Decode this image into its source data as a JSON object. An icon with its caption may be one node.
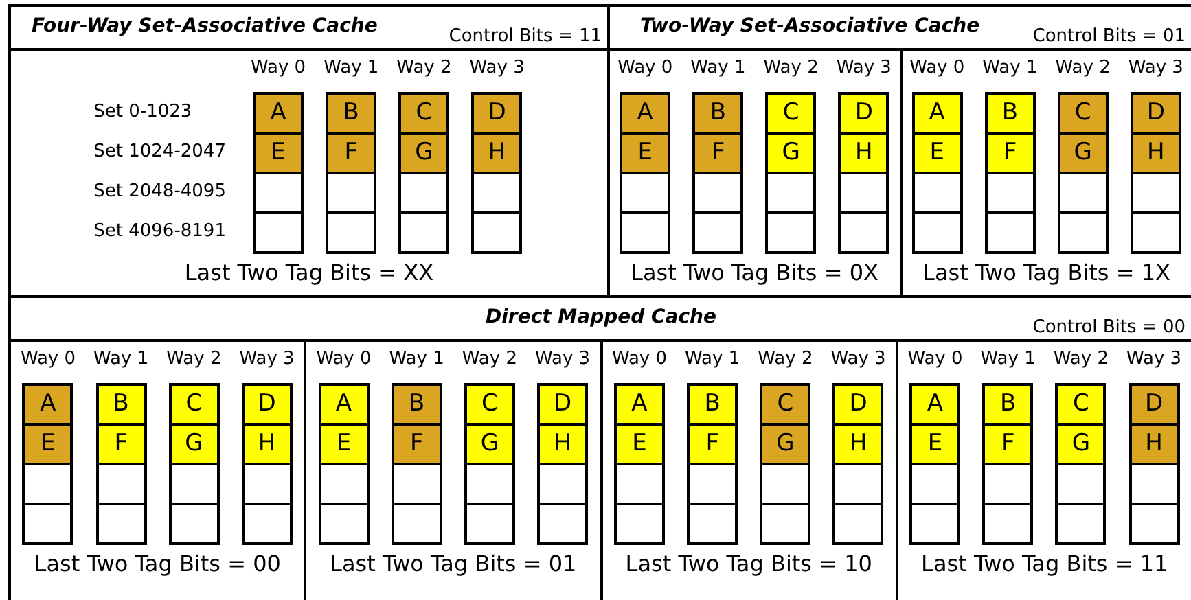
{
  "diagram": {
    "nodes": [
      {
        "text": [
          "Four-Way Set-Associative Cache",
          "Control Bits = 11"
        ]
      },
      {
        "text": [
          "Last Two Tag Bits = XX"
        ],
        "in": 0
      },
      {
        "text": [
          "Way 0"
        ],
        "in": 1
      },
      {
        "text": [
          "A"
        ],
        "in": 2
      },
      {
        "text": [
          "E"
        ],
        "in": 2
      },
      {
        "text": [],
        "shape": "box",
        "in": 2
      },
      {
        "text": [],
        "shape": "box",
        "in": 2
      },
      {
        "text": [
          "Way 1"
        ],
        "in": 1
      },
      {
        "text": [
          "B"
        ],
        "in": 7
      },
      {
        "text": [
          "F"
        ],
        "in": 7
      },
      {
        "text": [],
        "shape": "box",
        "in": 7
      },
      {
        "text": [],
        "shape": "box",
        "in": 7
      },
      {
        "text": [
          "Way 2"
        ],
        "in": 1
      },
      {
        "text": [
          "C"
        ],
        "in": 12
      },
      {
        "text": [
          "G"
        ],
        "in": 12
      },
      {
        "text": [],
        "shape": "box",
        "in": 12
      },
      {
        "text": [],
        "shape": "box",
        "in": 12
      },
      {
        "text": [
          "Way 3"
        ],
        "in": 1
      },
      {
        "text": [
          "D"
        ],
        "in": 17
      },
      {
        "text": [
          "H"
        ],
        "in": 17
      },
      {
        "text": [],
        "shape": "box",
        "in": 17
      },
      {
        "text": [],
        "shape": "box",
        "in": 17
      },
      {
        "text": [
          "Two-Way Set-Associative Cache",
          "Control Bits = 01"
        ]
      },
      {
        "text": [
          "Last Two Tag Bits = 0X"
        ],
        "in": 22
      },
      {
        "text": [
          "Way 0"
        ],
        "in": 23
      },
      {
        "text": [
          "A"
        ],
        "in": 24
      },
      {
        "text": [
          "E"
        ],
        "in": 24
      },
      {
        "text": [],
        "shape": "box",
        "in": 24
      },
      {
        "text": [],
        "shape": "box",
        "in": 24
      },
      {
        "text": [
          "Way 1"
        ],
        "in": 23
      },
      {
        "text": [
          "B"
        ],
        "in": 29
      },
      {
        "text": [
          "F"
        ],
        "in": 29
      },
      {
        "text": [],
        "shape": "box",
        "in": 29
      },
      {
        "text": [],
        "shape": "box",
        "in": 29
      },
      {
        "text": [
          "Way 2"
        ],
        "in": 23
      },
      {
        "text": [
          "C"
        ],
        "in": 34
      },
      {
        "text": [
          "G"
        ],
        "in": 34
      },
      {
        "text": [],
        "shape": "box",
        "in": 34
      },
      {
        "text": [],
        "shape": "box",
        "in": 34
      },
      {
        "text": [
          "Way 3"
        ],
        "in": 23
      },
      {
        "text": [
          "D"
        ],
        "in": 39
      },
      {
        "text": [
          "H"
        ],
        "in": 39
      },
      {
        "text": [],
        "shape": "box",
        "in": 39
      },
      {
        "text": [],
        "shape": "box",
        "in": 39
      },
      {
        "text": [
          "Last Two Tag Bits = 1X"
        ],
        "in": 22
      },
      {
        "text": [
          "Way 0"
        ],
        "in": 44
      },
      {
        "text": [
          "A"
        ],
        "in": 45
      },
      {
        "text": [
          "E"
        ],
        "in": 45
      },
      {
        "text": [],
        "shape": "box",
        "in": 45
      },
      {
        "text": [],
        "shape": "box",
        "in": 45
      },
      {
        "text": [
          "Way 1"
        ],
        "in": 44
      },
      {
        "text": [
          "B"
        ],
        "in": 50
      },
      {
        "text": [
          "F"
        ],
        "in": 50
      },
      {
        "text": [],
        "shape": "box",
        "in": 50
      },
      {
        "text": [],
        "shape": "box",
        "in": 50
      },
      {
        "text": [
          "Way 2"
        ],
        "in": 44
      },
      {
        "text": [
          "C"
        ],
        "in": 55
      },
      {
        "text": [
          "G"
        ],
        "in": 55
      },
      {
        "text": [],
        "shape": "box",
        "in": 55
      },
      {
        "text": [],
        "shape": "box",
        "in": 55
      },
      {
        "text": [
          "Way 3"
        ],
        "in": 44
      },
      {
        "text": [
          "D"
        ],
        "in": 60
      },
      {
        "text": [
          "H"
        ],
        "in": 60
      },
      {
        "text": [],
        "shape": "box",
        "in": 60
      },
      {
        "text": [],
        "shape": "box",
        "in": 60
      },
      {
        "text": [
          "Direct Mapped Cache",
          "Control Bits = 00"
        ]
      },
      {
        "text": [
          "Last Two Tag Bits = 00"
        ],
        "in": 65
      },
      {
        "text": [
          "Way 0"
        ],
        "in": 66
      },
      {
        "text": [
          "A"
        ],
        "in": 67
      },
      {
        "text": [
          "E"
        ],
        "in": 67
      },
      {
        "text": [],
        "shape": "box",
        "in": 67
      },
      {
        "text": [],
        "shape": "box",
        "in": 67
      },
      {
        "text": [
          "Way 1"
        ],
        "in": 66
      },
      {
        "text": [
          "B"
        ],
        "in": 72
      },
      {
        "text": [
          "F"
        ],
        "in": 72
      },
      {
        "text": [],
        "shape": "box",
        "in": 72
      },
      {
        "text": [],
        "shape": "box",
        "in": 72
      },
      {
        "text": [
          "Way 2"
        ],
        "in": 66
      },
      {
        "text": [
          "C"
        ],
        "in": 77
      },
      {
        "text": [
          "G"
        ],
        "in": 77
      },
      {
        "text": [],
        "shape": "box",
        "in": 77
      },
      {
        "text": [],
        "shape": "box",
        "in": 77
      },
      {
        "text": [
          "Way 3"
        ],
        "in": 66
      },
      {
        "text": [
          "D"
        ],
        "in": 82
      },
      {
        "text": [
          "H"
        ],
        "in": 82
      },
      {
        "text": [],
        "shape": "box",
        "in": 82
      },
      {
        "text": [],
        "shape": "box",
        "in": 82
      },
      {
        "text": [
          "Last Two Tag Bits = 01"
        ],
        "in": 65
      },
      {
        "text": [
          "Way 0"
        ],
        "in": 87
      },
      {
        "text": [
          "A"
        ],
        "in": 88
      },
      {
        "text": [
          "E"
        ],
        "in": 88
      },
      {
        "text": [],
        "shape": "box",
        "in": 88
      },
      {
        "text": [],
        "shape": "box",
        "in": 88
      },
      {
        "text": [
          "Way 1"
        ],
        "in": 87
      },
      {
        "text": [
          "B"
        ],
        "in": 93
      },
      {
        "text": [
          "F"
        ],
        "in": 93
      },
      {
        "text": [],
        "shape": "box",
        "in": 93
      },
      {
        "text": [],
        "shape": "box",
        "in": 93
      },
      {
        "text": [
          "Way 2"
        ],
        "in": 87
      },
      {
        "text": [
          "C"
        ],
        "in": 98
      },
      {
        "text": [
          "G"
        ],
        "in": 98
      },
      {
        "text": [],
        "shape": "box",
        "in": 98
      },
      {
        "text": [],
        "shape": "box",
        "in": 98
      },
      {
        "text": [
          "Way 3"
        ],
        "in": 87
      },
      {
        "text": [
          "D"
        ],
        "in": 103
      },
      {
        "text": [
          "H"
        ],
        "in": 103
      },
      {
        "text": [],
        "shape": "box",
        "in": 103
      },
      {
        "text": [],
        "shape": "box",
        "in": 103
      },
      {
        "text": [
          "Last Two Tag Bits = 10"
        ],
        "in": 65
      },
      {
        "text": [
          "Way 0"
        ],
        "in": 108
      },
      {
        "text": [
          "A"
        ],
        "in": 109
      },
      {
        "text": [
          "E"
        ],
        "in": 109
      },
      {
        "text": [],
        "shape": "box",
        "in": 109
      },
      {
        "text": [],
        "shape": "box",
        "in": 109
      },
      {
        "text": [
          "Way 1"
        ],
        "in": 108
      },
      {
        "text": [
          "B"
        ],
        "in": 114
      },
      {
        "text": [
          "F"
        ],
        "in": 114
      },
      {
        "text": [],
        "shape": "box",
        "in": 114
      },
      {
        "text": [],
        "shape": "box",
        "in": 114
      },
      {
        "text": [
          "Way 2"
        ],
        "in": 108
      },
      {
        "text": [
          "C"
        ],
        "in": 119
      },
      {
        "text": [
          "G"
        ],
        "in": 119
      },
      {
        "text": [],
        "shape": "box",
        "in": 119
      },
      {
        "text": [],
        "shape": "box",
        "in": 119
      },
      {
        "text": [
          "Way 3"
        ],
        "in": 108
      },
      {
        "text": [
          "D"
        ],
        "in": 124
      },
      {
        "text": [
          "H"
        ],
        "in": 124
      },
      {
        "text": [],
        "shape": "box",
        "in": 124
      },
      {
        "text": [],
        "shape": "box",
        "in": 124
      },
      {
        "text": [
          "Last Two Tag Bits = 11"
        ],
        "in": 65
      },
      {
        "text": [
          "Way 0"
        ],
        "in": 129
      },
      {
        "text": [
          "A"
        ],
        "in": 130
      },
      {
        "text": [
          "E"
        ],
        "in": 130
      },
      {
        "text": [],
        "shape": "box",
        "in": 130
      },
      {
        "text": [],
        "shape": "box",
        "in": 130
      },
      {
        "text": [
          "Way 1"
        ],
        "in": 129
      },
      {
        "text": [
          "B"
        ],
        "in": 135
      },
      {
        "text": [
          "F"
        ],
        "in": 135
      },
      {
        "text": [],
        "shape": "box",
        "in": 135
      },
      {
        "text": [],
        "shape": "box",
        "in": 135
      },
      {
        "text": [
          "Way 2"
        ],
        "in": 129
      },
      {
        "text": [
          "C"
        ],
        "in": 140
      },
      {
        "text": [
          "G"
        ],
        "in": 140
      },
      {
        "text": [],
        "shape": "box",
        "in": 140
      },
      {
        "text": [],
        "shape": "box",
        "in": 140
      },
      {
        "text": [
          "Way 3"
        ],
        "in": 129
      },
      {
        "text": [
          "D"
        ],
        "in": 145
      },
      {
        "text": [
          "H"
        ],
        "in": 145
      },
      {
        "text": [],
        "shape": "box",
        "in": 145
      },
      {
        "text": [],
        "shape": "box",
        "in": 145
      }
    ],
    "labels": [
      "Set 0-1023",
      "Set 1024-2047",
      "Set 2048-4095",
      "Set 4096-8191"
    ]
  }
}
